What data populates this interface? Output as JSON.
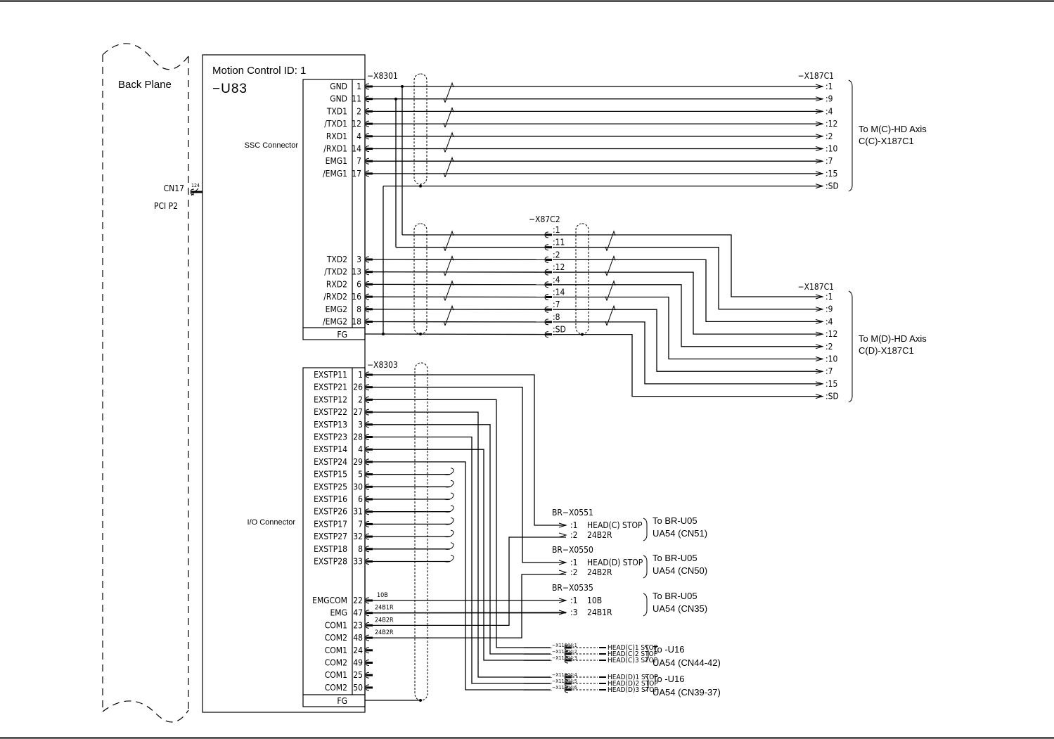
{
  "frame": {
    "line_color": "#000000",
    "background": "#ffffff"
  },
  "backplane": {
    "title": "Back Plane",
    "connector": "CN17",
    "connector_sub": "PCI P2",
    "bus_width": "124"
  },
  "module": {
    "title": "Motion Control ID: 1",
    "ref": "−U83"
  },
  "ssc": {
    "label": "SSC Connector",
    "plug": "−X8301",
    "group1": [
      {
        "signal": "GND",
        "pin": "1"
      },
      {
        "signal": "GND",
        "pin": "11"
      },
      {
        "signal": "TXD1",
        "pin": "2"
      },
      {
        "signal": "/TXD1",
        "pin": "12"
      },
      {
        "signal": "RXD1",
        "pin": "4"
      },
      {
        "signal": "/RXD1",
        "pin": "14"
      },
      {
        "signal": "EMG1",
        "pin": "7"
      },
      {
        "signal": "/EMG1",
        "pin": "17"
      }
    ],
    "group2": [
      {
        "signal": "TXD2",
        "pin": "3"
      },
      {
        "signal": "/TXD2",
        "pin": "13"
      },
      {
        "signal": "RXD2",
        "pin": "6"
      },
      {
        "signal": "/RXD2",
        "pin": "16"
      },
      {
        "signal": "EMG2",
        "pin": "8"
      },
      {
        "signal": "/EMG2",
        "pin": "18"
      }
    ],
    "fg": "FG"
  },
  "axis_c": {
    "plug": "−X187C1",
    "pins": [
      ":1",
      ":9",
      ":4",
      ":12",
      ":2",
      ":10",
      ":7",
      ":15",
      ":SD"
    ],
    "dest_line1": "To M(C)-HD Axis",
    "dest_line2": "C(C)-X187C1"
  },
  "relay": {
    "plug": "−X87C2",
    "pins": [
      ":1",
      ":11",
      ":2",
      ":12",
      ":4",
      ":14",
      ":7",
      ":8",
      ":SD"
    ]
  },
  "axis_d": {
    "plug": "−X187C1",
    "pins": [
      ":1",
      ":9",
      ":4",
      ":12",
      ":2",
      ":10",
      ":7",
      ":15",
      ":SD"
    ],
    "dest_line1": "To M(D)-HD Axis",
    "dest_line2": "C(D)-X187C1"
  },
  "io": {
    "label": "I/O Connector",
    "plug": "−X8303",
    "pins": [
      {
        "signal": "EXSTP11",
        "pin": "1"
      },
      {
        "signal": "EXSTP21",
        "pin": "26"
      },
      {
        "signal": "EXSTP12",
        "pin": "2"
      },
      {
        "signal": "EXSTP22",
        "pin": "27"
      },
      {
        "signal": "EXSTP13",
        "pin": "3"
      },
      {
        "signal": "EXSTP23",
        "pin": "28"
      },
      {
        "signal": "EXSTP14",
        "pin": "4"
      },
      {
        "signal": "EXSTP24",
        "pin": "29"
      },
      {
        "signal": "EXSTP15",
        "pin": "5"
      },
      {
        "signal": "EXSTP25",
        "pin": "30"
      },
      {
        "signal": "EXSTP16",
        "pin": "6"
      },
      {
        "signal": "EXSTP26",
        "pin": "31"
      },
      {
        "signal": "EXSTP17",
        "pin": "7"
      },
      {
        "signal": "EXSTP27",
        "pin": "32"
      },
      {
        "signal": "EXSTP18",
        "pin": "8"
      },
      {
        "signal": "EXSTP28",
        "pin": "33"
      }
    ],
    "power_pins": [
      {
        "signal": "EMGCOM",
        "pin": "22",
        "wire": "10B"
      },
      {
        "signal": "EMG",
        "pin": "47",
        "wire": "24B1R"
      },
      {
        "signal": "COM1",
        "pin": "23",
        "wire": "24B2R"
      },
      {
        "signal": "COM2",
        "pin": "48",
        "wire": "24B2R"
      },
      {
        "signal": "COM1",
        "pin": "24",
        "wire": ""
      },
      {
        "signal": "COM2",
        "pin": "49",
        "wire": ""
      },
      {
        "signal": "COM1",
        "pin": "25",
        "wire": ""
      },
      {
        "signal": "COM2",
        "pin": "50",
        "wire": ""
      }
    ],
    "fg": "FG"
  },
  "brakes": [
    {
      "plug": "BR−X0551",
      "pins": [
        {
          "pin": ":1",
          "desc": "HEAD(C) STOP"
        },
        {
          "pin": ":2",
          "desc": "24B2R"
        }
      ],
      "dest_line1": "To BR-U05",
      "dest_line2": "UA54 (CN51)"
    },
    {
      "plug": "BR−X0550",
      "pins": [
        {
          "pin": ":1",
          "desc": "HEAD(D) STOP"
        },
        {
          "pin": ":2",
          "desc": "24B2R"
        }
      ],
      "dest_line1": "To BR-U05",
      "dest_line2": "UA54 (CN50)"
    },
    {
      "plug": "BR−X0535",
      "pins": [
        {
          "pin": ":1",
          "desc": "10B"
        },
        {
          "pin": ":3",
          "desc": "24B1R"
        }
      ],
      "dest_line1": "To BR-U05",
      "dest_line2": "UA54 (CN35)"
    }
  ],
  "heads": [
    {
      "terminals": [
        "−X11644:1",
        "−X11644:2",
        "−X11644:3"
      ],
      "signals": [
        "HEAD(C)1 STOP",
        "HEAD(C)2 STOP",
        "HEAD(C)3 STOP"
      ],
      "dest_line1": "To -U16",
      "dest_line2": "UA54 (CN44-42)"
    },
    {
      "terminals": [
        "−X11644:4",
        "−X11644:5",
        "−X11644:6"
      ],
      "signals": [
        "HEAD(D)1 STOP",
        "HEAD(D)2 STOP",
        "HEAD(D)3 STOP"
      ],
      "dest_line1": "To -U16",
      "dest_line2": "UA54 (CN39-37)"
    }
  ]
}
